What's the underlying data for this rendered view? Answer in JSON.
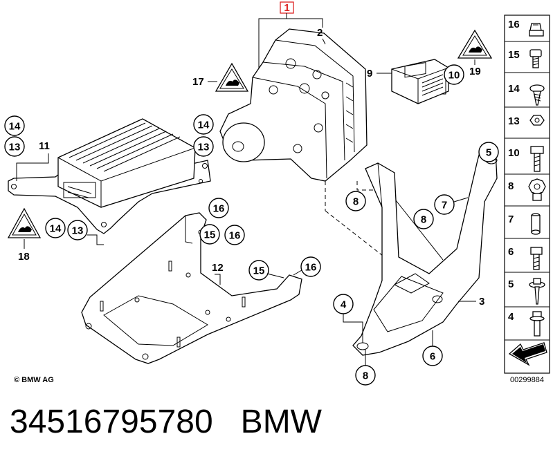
{
  "diagram": {
    "top_ref": "1",
    "callouts": {
      "c2": "2",
      "c17": "17",
      "c9": "9",
      "c10": "10",
      "c19": "19",
      "c14a": "14",
      "c13a": "13",
      "c11": "11",
      "c14b": "14",
      "c13b": "13",
      "c5": "5",
      "c7": "7",
      "c8a": "8",
      "c8b": "8",
      "c16a": "16",
      "c15a": "15",
      "c16b": "16",
      "c14c": "14",
      "c13c": "13",
      "c18": "18",
      "c12": "12",
      "c15b": "15",
      "c16c": "16",
      "c3": "3",
      "c4": "4",
      "c6": "6",
      "c8c": "8"
    },
    "copyright": "© BMW AG",
    "sidebar": {
      "items": [
        {
          "label": "16"
        },
        {
          "label": "15"
        },
        {
          "label": "14"
        },
        {
          "label": "13"
        },
        {
          "label": "10"
        },
        {
          "label": "8"
        },
        {
          "label": "7"
        },
        {
          "label": "6"
        },
        {
          "label": "5"
        },
        {
          "label": "4"
        }
      ],
      "code": "00299884"
    }
  },
  "caption": {
    "part_number": "34516795780",
    "brand": "BMW"
  }
}
